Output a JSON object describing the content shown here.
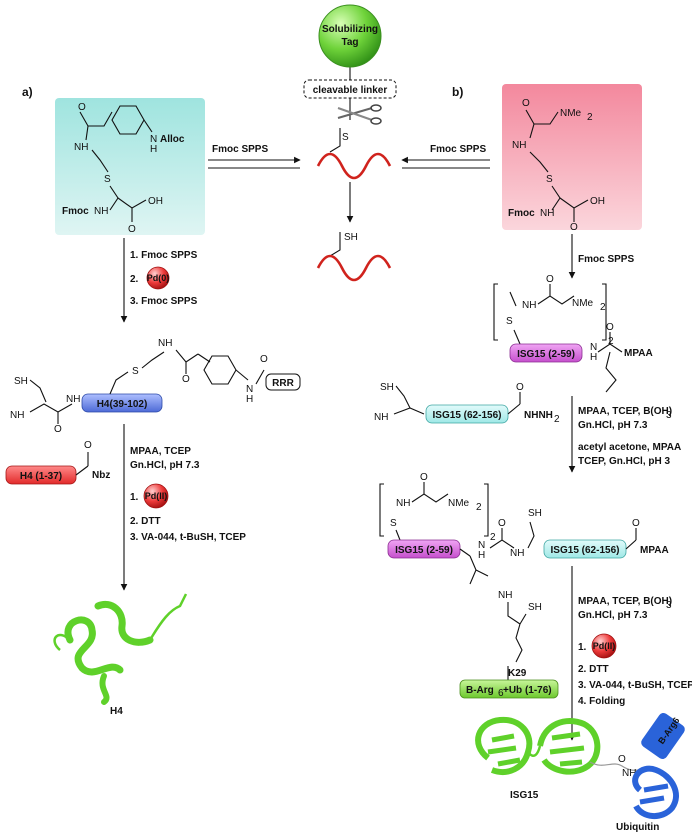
{
  "panel_a": {
    "label": "a)",
    "building_block": {
      "substituent_alloc": "Alloc",
      "protecting_group": "Fmoc",
      "nh": "NH",
      "n_h": "N",
      "h": "H",
      "oh": "OH",
      "o": "O"
    },
    "arrow_to_center": "Fmoc SPPS",
    "steps1": [
      "1. Fmoc SPPS",
      "2.",
      "3. Fmoc SPPS"
    ],
    "pd0": "Pd(0)",
    "peptide_h4": "H4(39-102)",
    "rrr": "RRR",
    "h4_n_term": "H4 (1-37)",
    "nbz": "Nbz",
    "conditions_ligation": [
      "MPAA, TCEP",
      "Gn.HCl, pH 7.3"
    ],
    "steps2": [
      "1.",
      "2. DTT",
      "3. VA-044, t-BuSH, TCEP"
    ],
    "pd2": "Pd(II)",
    "product": "H4"
  },
  "center": {
    "tag": [
      "Solubilizing",
      "Tag"
    ],
    "linker": "cleavable linker",
    "s": "S",
    "sh": "SH"
  },
  "panel_b": {
    "label": "b)",
    "building_block": {
      "nme2": "NMe",
      "sub2": "2",
      "protecting_group": "Fmoc",
      "nh": "NH",
      "oh": "OH",
      "o": "O",
      "s": "S",
      "n": "N",
      "h": "H"
    },
    "arrow_to_center": "Fmoc SPPS",
    "step_spps": "Fmoc SPPS",
    "frag1": "ISG15 (2-59)",
    "mpaa": "MPAA",
    "frag2": "ISG15 (62-156)",
    "nhnh2": "NHNH",
    "sub2": "2",
    "cond1": [
      "MPAA, TCEP, B(OH)",
      "Gn.HCl, pH 7.3"
    ],
    "sub3": "3",
    "cond2": [
      "acetyl acetone, MPAA",
      "TCEP, Gn.HCl, pH 3"
    ],
    "frag3": "ISG15 (2-59)",
    "frag4": "ISG15 (62-156)",
    "cond3": [
      "MPAA, TCEP, B(OH)",
      "Gn.HCl, pH 7.3"
    ],
    "k29": "K29",
    "nh2": "NH",
    "ub": "B-Arg",
    "ub_sub": "6",
    "ub_rest": "+Ub (1-76)",
    "steps3": [
      "1.",
      "2. DTT",
      "3. VA-044, t-BuSH, TCEP",
      "4. Folding"
    ],
    "pd2": "Pd(II)",
    "product": "ISG15",
    "product2": "Ubiquitin",
    "tag_on_ub": "B-Arg6"
  },
  "colors": {
    "red_helix": "#d0231d",
    "green_ball": "#6fd33a",
    "teal_box": "#bde9e6",
    "pink_box": "#f6a7b5",
    "ribbon_green": "#5fd12a",
    "ribbon_blue": "#2a63d9"
  }
}
